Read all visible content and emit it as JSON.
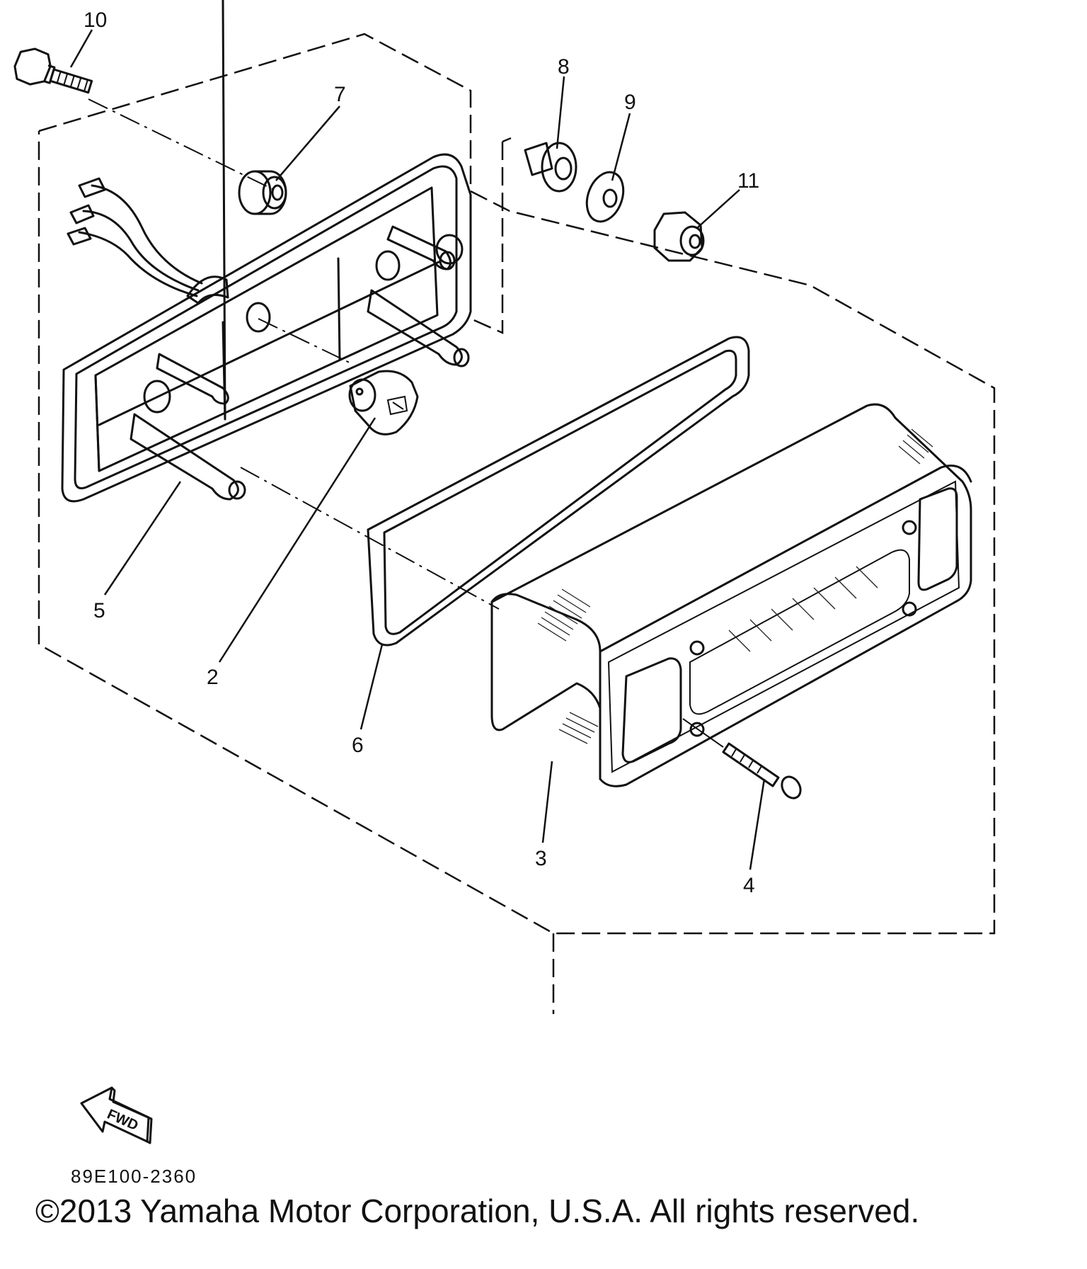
{
  "callouts": [
    "10",
    "7",
    "8",
    "9",
    "11",
    "5",
    "2",
    "6",
    "3",
    "4"
  ],
  "fwd_label": "FWD",
  "drawing_code": "89E100-2360",
  "copyright": "©2013 Yamaha Motor Corporation, U.S.A. All rights reserved.",
  "colors": {
    "ink": "#111111",
    "paper": "#ffffff"
  },
  "icons": {
    "forward": "fwd-arrow-icon"
  }
}
